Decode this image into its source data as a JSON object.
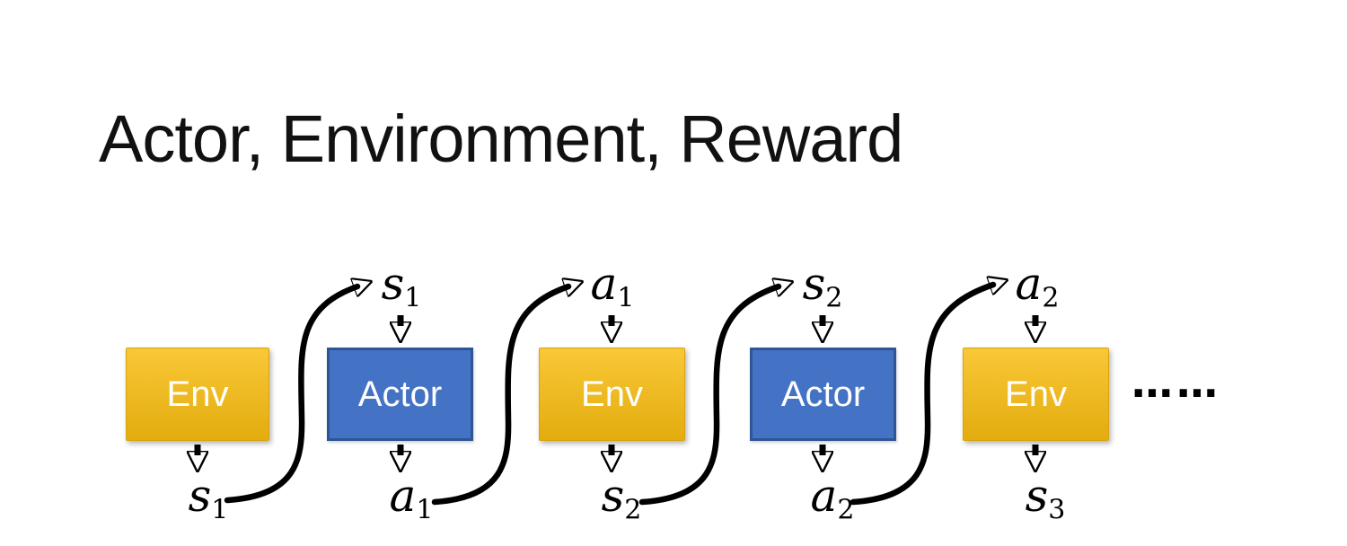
{
  "slide": {
    "title": "Actor, Environment, Reward",
    "ellipsis": "……"
  },
  "colors": {
    "background": "#FFFFFF",
    "title": "#111111",
    "env_top": "#F9C837",
    "env_bottom": "#E3AC0F",
    "env_border": "#D9A312",
    "actor_fill": "#4472C4",
    "actor_border": "#2F5597",
    "text": "#FFFFFF",
    "arrow": "#000000"
  },
  "boxes": [
    {
      "id": "env-1",
      "label": "Env"
    },
    {
      "id": "actor-1",
      "label": "Actor"
    },
    {
      "id": "env-2",
      "label": "Env"
    },
    {
      "id": "actor-2",
      "label": "Actor"
    },
    {
      "id": "env-3",
      "label": "Env"
    }
  ],
  "top_labels": [
    {
      "base": "s",
      "sub": "1"
    },
    {
      "base": "a",
      "sub": "1"
    },
    {
      "base": "s",
      "sub": "2"
    },
    {
      "base": "a",
      "sub": "2"
    }
  ],
  "bottom_labels": [
    {
      "base": "s",
      "sub": "1"
    },
    {
      "base": "a",
      "sub": "1"
    },
    {
      "base": "s",
      "sub": "2"
    },
    {
      "base": "a",
      "sub": "2"
    },
    {
      "base": "s",
      "sub": "3"
    }
  ]
}
